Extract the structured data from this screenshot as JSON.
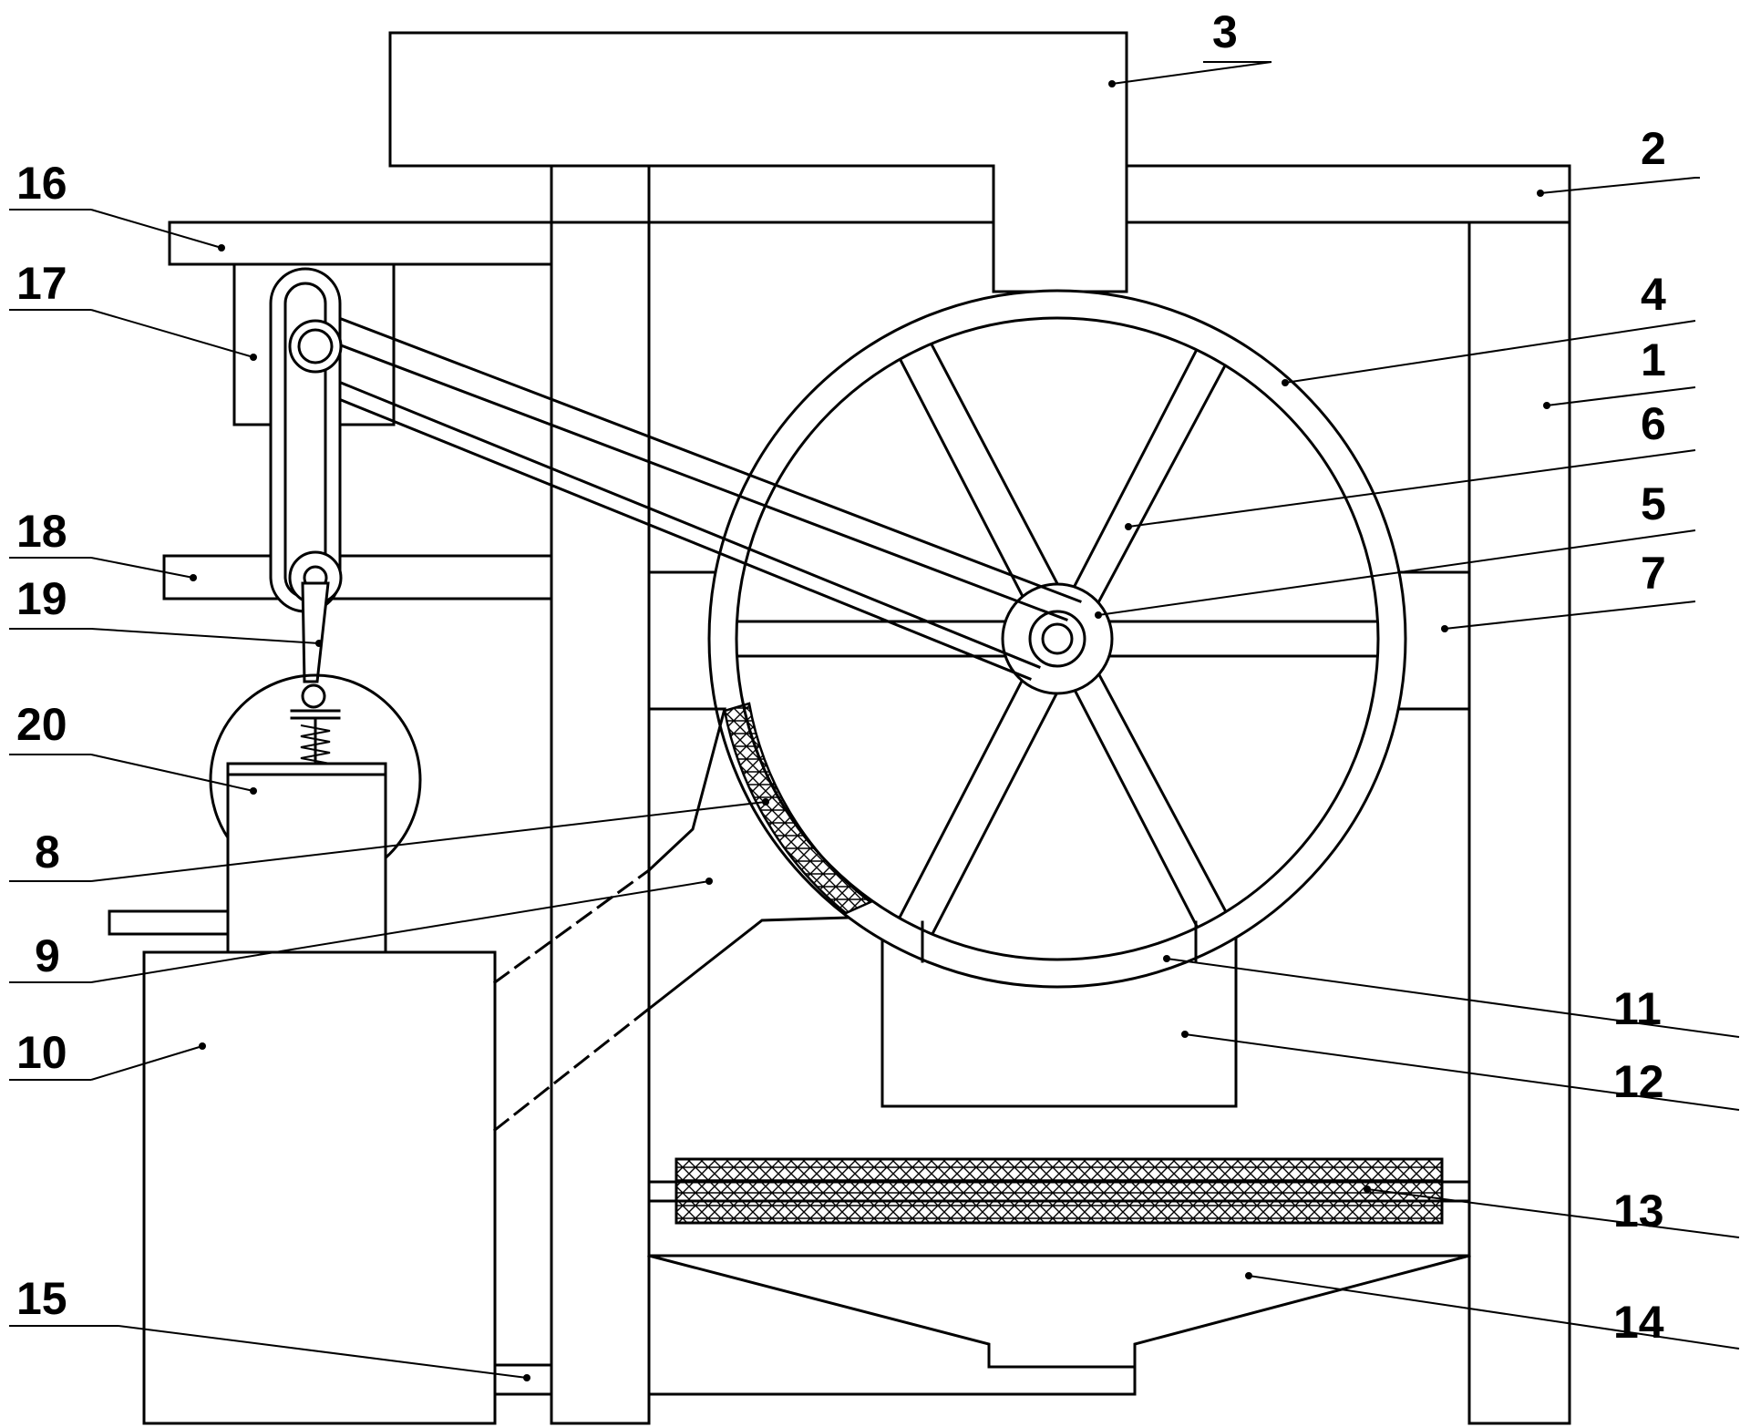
{
  "labels": {
    "l1": "1",
    "l2": "2",
    "l3": "3",
    "l4": "4",
    "l5": "5",
    "l6": "6",
    "l7": "7",
    "l8": "8",
    "l9": "9",
    "l10": "10",
    "l11": "11",
    "l12": "12",
    "l13": "13",
    "l14": "14",
    "l15": "15",
    "l16": "16",
    "l17": "17",
    "l18": "18",
    "l19": "19",
    "l20": "20"
  },
  "colors": {
    "line": "#000000",
    "background": "#ffffff"
  }
}
